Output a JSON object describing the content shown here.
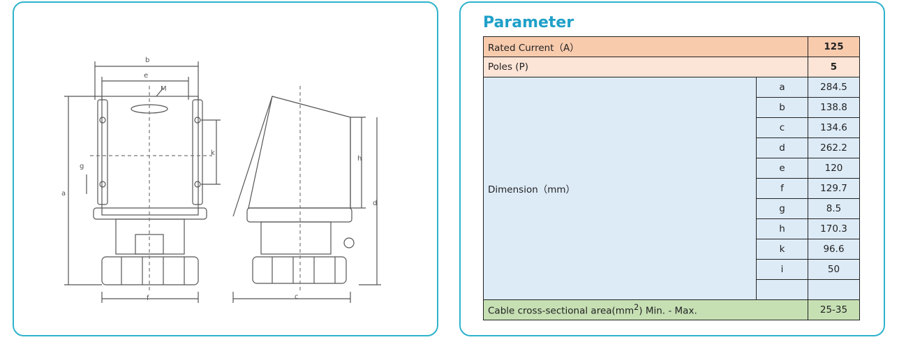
{
  "drawing": {
    "labels": {
      "a": "a",
      "b": "b",
      "c": "c",
      "d": "d",
      "e": "e",
      "f": "f",
      "g": "g",
      "h": "h",
      "k": "k",
      "M": "M"
    }
  },
  "parameter": {
    "title": "Parameter",
    "rated_current_label": "Rated Current（A）",
    "rated_current_value": "125",
    "poles_label": "Poles (P)",
    "poles_value": "5",
    "dimension_label": "Dimension（mm）",
    "dimensions": [
      {
        "key": "a",
        "value": "284.5"
      },
      {
        "key": "b",
        "value": "138.8"
      },
      {
        "key": "c",
        "value": "134.6"
      },
      {
        "key": "d",
        "value": "262.2"
      },
      {
        "key": "e",
        "value": "120"
      },
      {
        "key": "f",
        "value": "129.7"
      },
      {
        "key": "g",
        "value": "8.5"
      },
      {
        "key": "h",
        "value": "170.3"
      },
      {
        "key": "k",
        "value": "96.6"
      },
      {
        "key": "i",
        "value": "50"
      }
    ],
    "cable_label_pre": "Cable cross-sectional area(mm",
    "cable_label_sup": "2",
    "cable_label_post": ") Min. - Max.",
    "cable_value": "25-35"
  }
}
